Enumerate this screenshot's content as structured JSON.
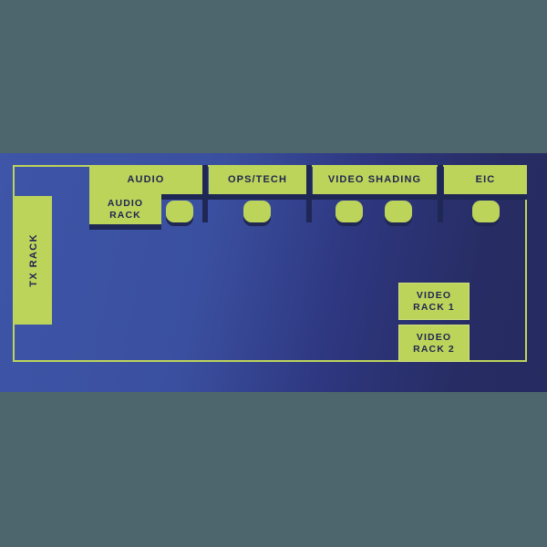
{
  "stations": [
    {
      "label": "AUDIO"
    },
    {
      "label": "OPS/TECH"
    },
    {
      "label": "VIDEO SHADING"
    },
    {
      "label": "EIC"
    }
  ],
  "racks": {
    "audio_rack": {
      "line1": "AUDIO",
      "line2": "RACK"
    },
    "tx_rack": {
      "label": "TX RACK"
    },
    "video_rack_1": {
      "line1": "VIDEO",
      "line2": "RACK 1"
    },
    "video_rack_2": {
      "line1": "VIDEO",
      "line2": "RACK 2"
    }
  },
  "chairs": {
    "count": 5
  },
  "colors": {
    "lime": "#bdd45b",
    "navy_line": "#1f2754",
    "text_navy": "#1f2550",
    "panel_blue_left": "#3e55a8",
    "panel_blue_right": "#272d64",
    "outer_background": "#4d666e"
  }
}
